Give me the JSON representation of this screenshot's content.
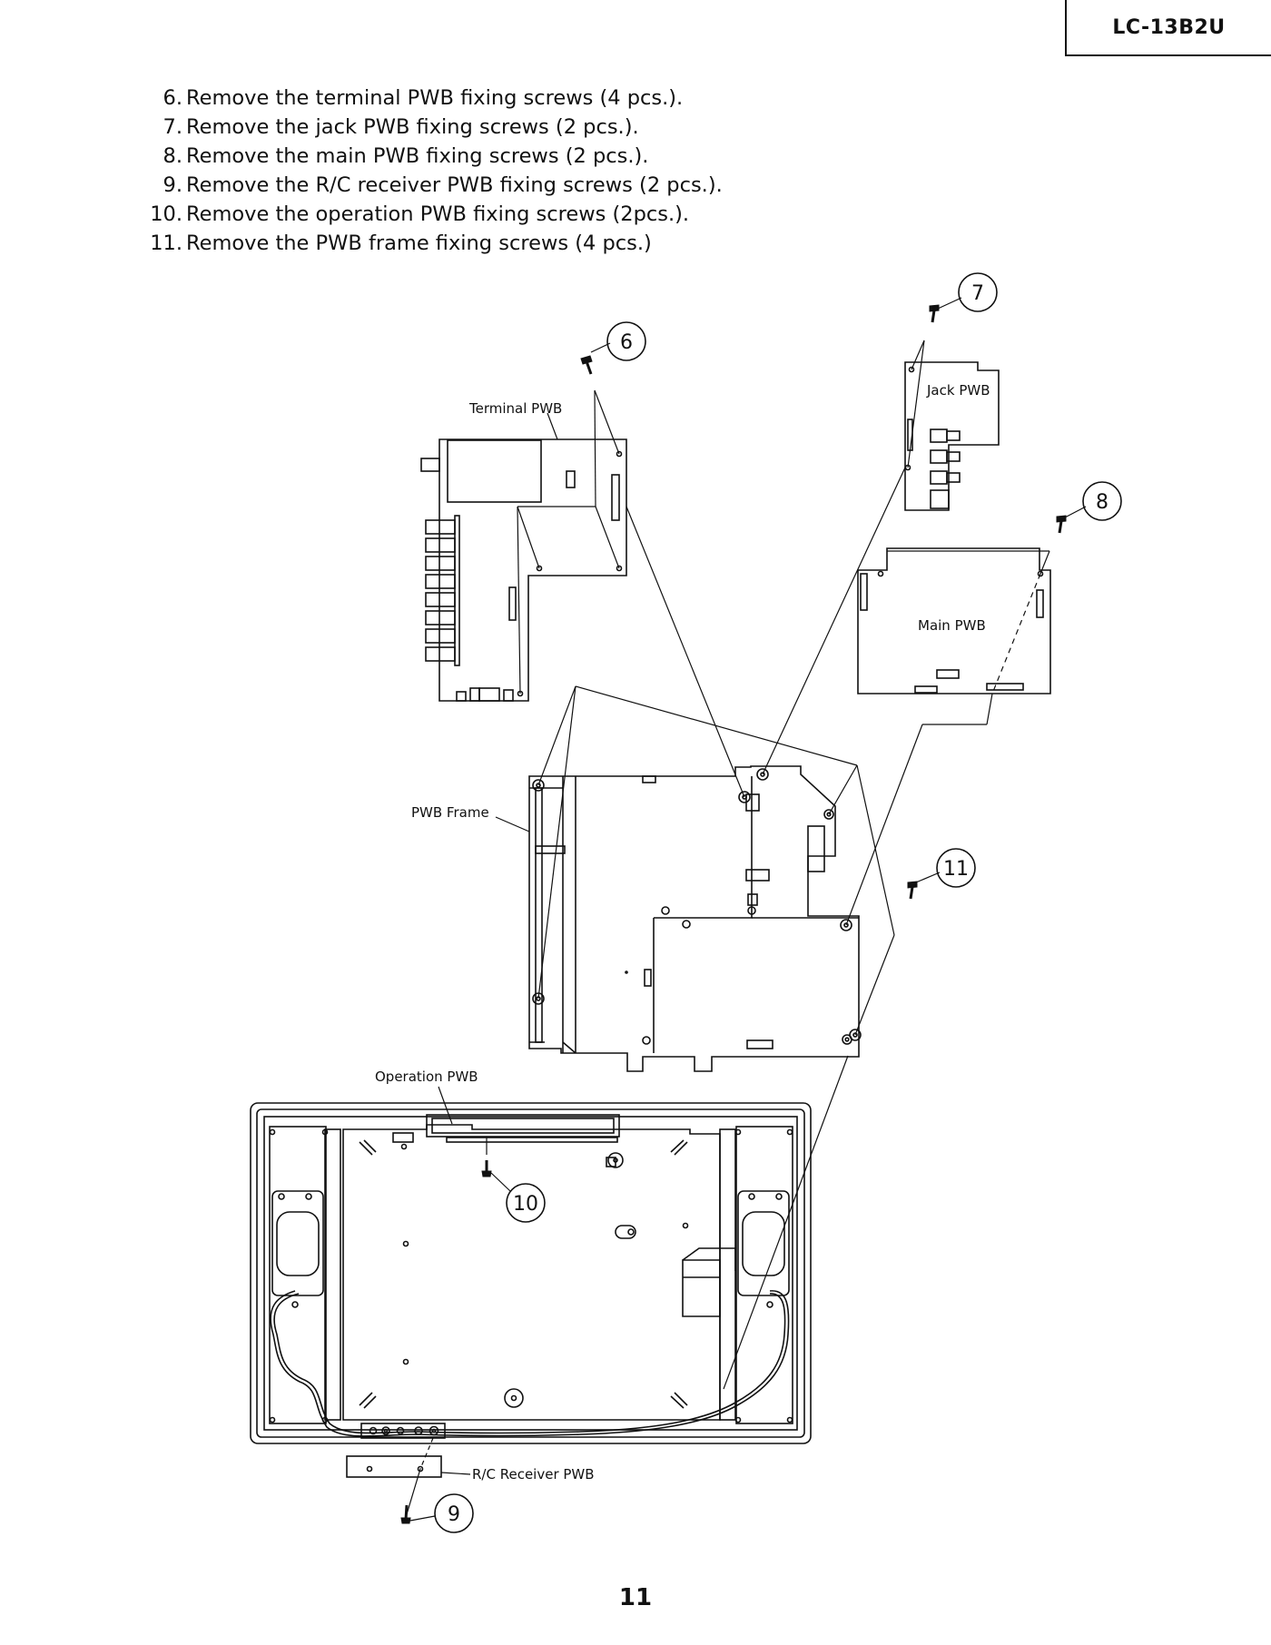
{
  "header": {
    "model": "LC-13B2U"
  },
  "steps": [
    {
      "num": "6.",
      "text": "Remove the terminal PWB fixing screws (4 pcs.)."
    },
    {
      "num": "7.",
      "text": "Remove the jack PWB fixing screws (2 pcs.)."
    },
    {
      "num": "8.",
      "text": "Remove the main PWB fixing screws (2 pcs.)."
    },
    {
      "num": "9.",
      "text": "Remove the R/C receiver PWB fixing screws (2 pcs.)."
    },
    {
      "num": "10.",
      "text": "Remove the operation PWB fixing screws (2pcs.)."
    },
    {
      "num": "11.",
      "text": "Remove the PWB frame fixing screws (4 pcs.)"
    }
  ],
  "diagram": {
    "labels": {
      "terminal_pwb": "Terminal PWB",
      "jack_pwb": "Jack PWB",
      "main_pwb": "Main PWB",
      "pwb_frame": "PWB Frame",
      "operation_pwb": "Operation PWB",
      "rc_receiver_pwb": "R/C Receiver PWB"
    },
    "callouts": {
      "c6": "6",
      "c7": "7",
      "c8": "8",
      "c9": "9",
      "c10": "10",
      "c11": "11"
    }
  },
  "footer": {
    "page_number": "11"
  }
}
